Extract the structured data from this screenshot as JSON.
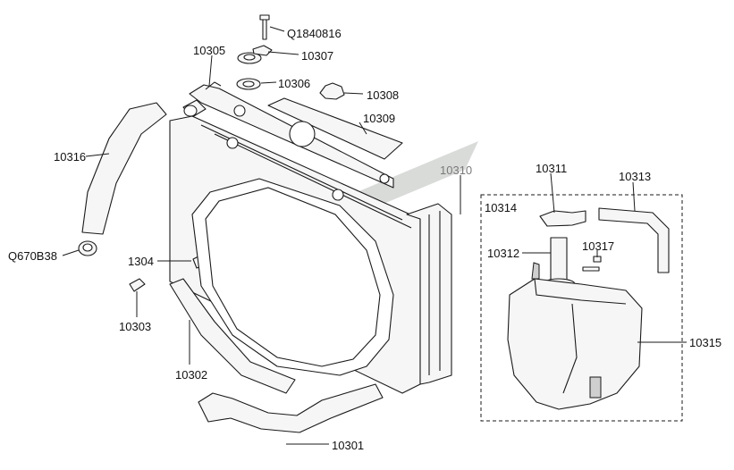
{
  "colors": {
    "background": "#ffffff",
    "line": "#1a1a1a",
    "watermark": "#b9beb9"
  },
  "watermark": {
    "icon": "brand-logo-watermark"
  },
  "parts": [
    {
      "id": "q1840816",
      "label": "Q1840816"
    },
    {
      "id": "p10305",
      "label": "10305"
    },
    {
      "id": "p10307",
      "label": "10307"
    },
    {
      "id": "p10306",
      "label": "10306"
    },
    {
      "id": "p10308",
      "label": "10308"
    },
    {
      "id": "p10309",
      "label": "10309"
    },
    {
      "id": "p10316",
      "label": "10316"
    },
    {
      "id": "p10310",
      "label": "10310"
    },
    {
      "id": "p10311",
      "label": "10311"
    },
    {
      "id": "p10313",
      "label": "10313"
    },
    {
      "id": "p10314",
      "label": "10314"
    },
    {
      "id": "p10312",
      "label": "10312"
    },
    {
      "id": "p10317",
      "label": "10317"
    },
    {
      "id": "q670b38",
      "label": "Q670B38"
    },
    {
      "id": "p1304",
      "label": "1304"
    },
    {
      "id": "p10303",
      "label": "10303"
    },
    {
      "id": "p10315",
      "label": "10315"
    },
    {
      "id": "p10302",
      "label": "10302"
    },
    {
      "id": "p10301",
      "label": "10301"
    }
  ]
}
